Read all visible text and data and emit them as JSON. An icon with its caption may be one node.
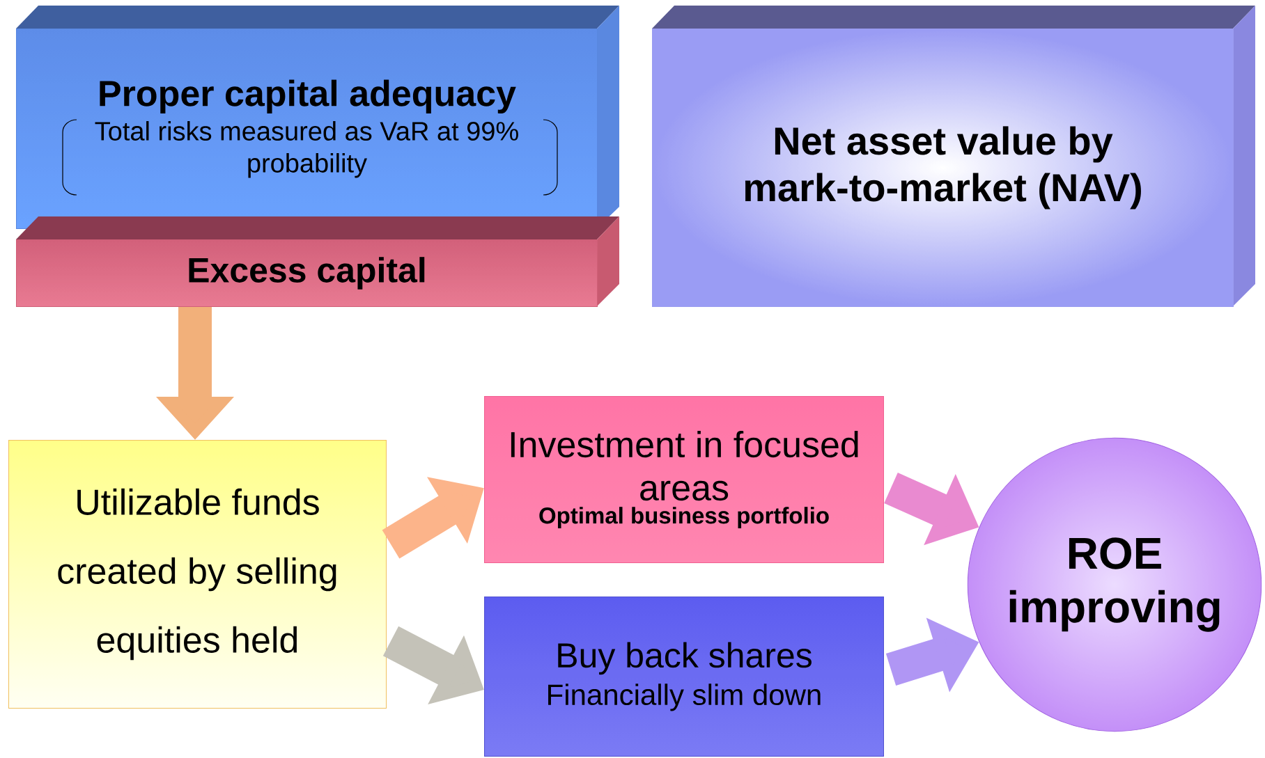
{
  "diagram": {
    "nodes": [
      {
        "text": [
          "Proper capital adequacy",
          "Total risks measured as VaR at 99% probability"
        ]
      },
      {
        "text": [
          "Excess capital"
        ]
      },
      {
        "text": [
          "Net asset value by mark-to-market (NAV)"
        ]
      },
      {
        "text": [
          "Utilizable funds created by selling equities held"
        ]
      },
      {
        "text": [
          "Investment in focused areas",
          "Optimal business portfolio"
        ]
      },
      {
        "text": [
          "Buy back shares",
          "Financially slim down"
        ]
      },
      {
        "text": [
          "ROE improving"
        ]
      }
    ],
    "edges": [
      {
        "from": 1,
        "to": 3,
        "arrow": "to",
        "color": "#f2b07a"
      },
      {
        "from": 3,
        "to": 4,
        "arrow": "to",
        "color": "#fcb48a"
      },
      {
        "from": 3,
        "to": 5,
        "arrow": "to",
        "color": "#c4c2b8"
      },
      {
        "from": 4,
        "to": 6,
        "arrow": "to",
        "color": "#e98ad0"
      },
      {
        "from": 5,
        "to": 6,
        "arrow": "to",
        "color": "#b096f4"
      }
    ]
  }
}
